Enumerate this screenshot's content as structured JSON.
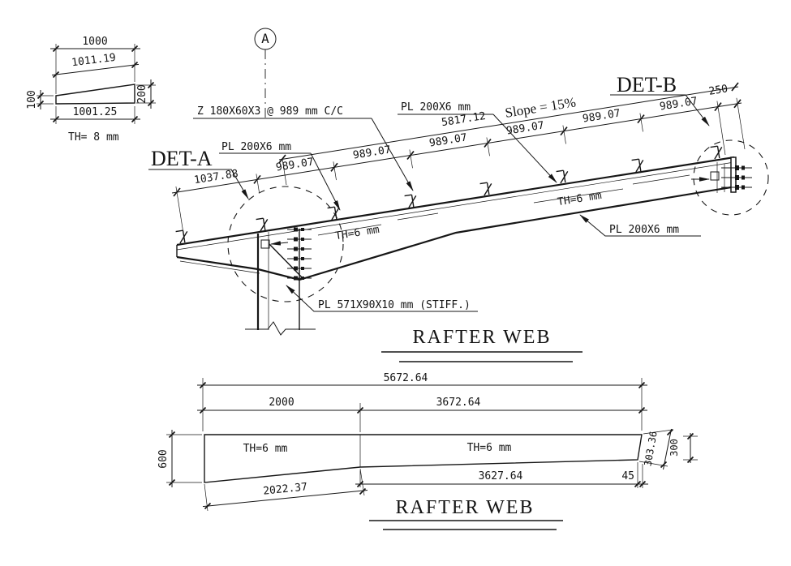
{
  "plate_detail": {
    "width_top": "1000",
    "length_top": "1011.19",
    "length_bottom": "1001.25",
    "depth_left": "100",
    "depth_right": "200",
    "thickness": "TH= 8 mm"
  },
  "grid_bubble": "A",
  "elevation": {
    "purlin_label": "Z 180X60X3 @ 989 mm C/C",
    "top_flange_label": "PL 200X6 mm",
    "haunch_flange_label": "PL 200X6 mm",
    "bottom_flange_label": "PL 200X6 mm",
    "stiffener_label": "PL 571X90X10 mm (STIFF.)",
    "slope_label": "Slope = 15%",
    "detail_a": "DET-A",
    "detail_b": "DET-B",
    "web_th_left": "TH=6 mm",
    "web_th_right": "TH=6 mm",
    "dim_overall": "5817.12",
    "dim_first": "1037.88",
    "dim_segments": [
      "989.07",
      "989.07",
      "989.07",
      "989.07",
      "989.07",
      "989.07"
    ],
    "dim_end": "250",
    "title": "RAFTER WEB"
  },
  "plan": {
    "dim_overall": "5672.64",
    "dim_left": "2000",
    "dim_right": "3672.64",
    "dim_height_left": "600",
    "dim_bottom_left": "2022.37",
    "dim_bottom_right": "3627.64",
    "dim_end": "45",
    "dim_slant": "303.36",
    "dim_height_right": "300",
    "web_th_left": "TH=6 mm",
    "web_th_right": "TH=6 mm",
    "title": "RAFTER WEB"
  }
}
